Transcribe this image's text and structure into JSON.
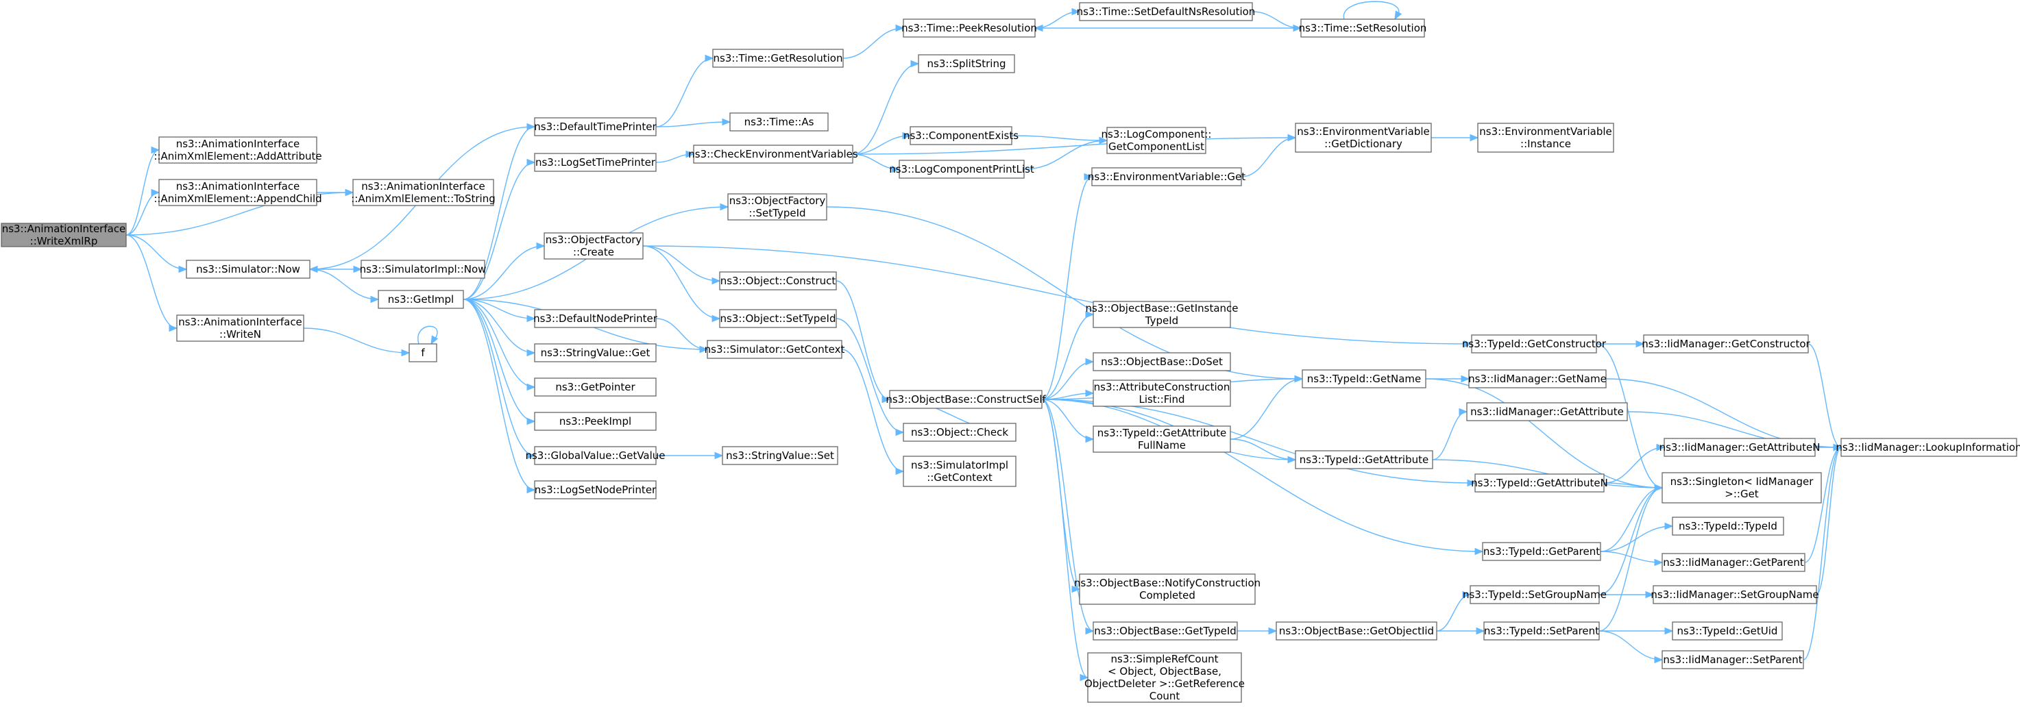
{
  "colors": {
    "edge": "#63b8ff",
    "node_border": "#666666",
    "node_fill": "#ffffff",
    "root_fill": "#999999"
  },
  "nodes": [
    {
      "id": "root",
      "lines": [
        "ns3::AnimationInterface",
        "::WriteXmlRp"
      ],
      "root": true
    },
    {
      "id": "addAttr",
      "lines": [
        "ns3::AnimationInterface",
        "::AnimXmlElement::AddAttribute"
      ]
    },
    {
      "id": "appendChild",
      "lines": [
        "ns3::AnimationInterface",
        "::AnimXmlElement::AppendChild"
      ]
    },
    {
      "id": "toString",
      "lines": [
        "ns3::AnimationInterface",
        "::AnimXmlElement::ToString"
      ]
    },
    {
      "id": "simNow",
      "lines": [
        "ns3::Simulator::Now"
      ]
    },
    {
      "id": "simImplNow",
      "lines": [
        "ns3::SimulatorImpl::Now"
      ]
    },
    {
      "id": "writeN",
      "lines": [
        "ns3::AnimationInterface",
        "::WriteN"
      ]
    },
    {
      "id": "f",
      "lines": [
        "f"
      ]
    },
    {
      "id": "getImpl",
      "lines": [
        "ns3::GetImpl"
      ]
    },
    {
      "id": "defTimePrinter",
      "lines": [
        "ns3::DefaultTimePrinter"
      ]
    },
    {
      "id": "logSetTimePrinter",
      "lines": [
        "ns3::LogSetTimePrinter"
      ]
    },
    {
      "id": "objFactCreate",
      "lines": [
        "ns3::ObjectFactory",
        "::Create"
      ]
    },
    {
      "id": "objFactSetTypeId",
      "lines": [
        "ns3::ObjectFactory",
        "::SetTypeId"
      ]
    },
    {
      "id": "defNodePrinter",
      "lines": [
        "ns3::DefaultNodePrinter"
      ]
    },
    {
      "id": "strValGet",
      "lines": [
        "ns3::StringValue::Get"
      ]
    },
    {
      "id": "getPointer",
      "lines": [
        "ns3::GetPointer"
      ]
    },
    {
      "id": "peekImpl",
      "lines": [
        "ns3::PeekImpl"
      ]
    },
    {
      "id": "globalGetValue",
      "lines": [
        "ns3::GlobalValue::GetValue"
      ]
    },
    {
      "id": "logSetNodePrinter",
      "lines": [
        "ns3::LogSetNodePrinter"
      ]
    },
    {
      "id": "timeGetRes",
      "lines": [
        "ns3::Time::GetResolution"
      ]
    },
    {
      "id": "timeAs",
      "lines": [
        "ns3::Time::As"
      ]
    },
    {
      "id": "timePeekRes",
      "lines": [
        "ns3::Time::PeekResolution"
      ]
    },
    {
      "id": "timeSetDefNs",
      "lines": [
        "ns3::Time::SetDefaultNsResolution"
      ]
    },
    {
      "id": "timeSetRes",
      "lines": [
        "ns3::Time::SetResolution"
      ]
    },
    {
      "id": "splitString",
      "lines": [
        "ns3::SplitString"
      ]
    },
    {
      "id": "checkEnv",
      "lines": [
        "ns3::CheckEnvironmentVariables"
      ]
    },
    {
      "id": "compExists",
      "lines": [
        "ns3::ComponentExists"
      ]
    },
    {
      "id": "logCompPrint",
      "lines": [
        "ns3::LogComponentPrintList"
      ]
    },
    {
      "id": "logCompGetList",
      "lines": [
        "ns3::LogComponent::",
        "GetComponentList"
      ]
    },
    {
      "id": "envGetDict",
      "lines": [
        "ns3::EnvironmentVariable",
        "::GetDictionary"
      ]
    },
    {
      "id": "envInstance",
      "lines": [
        "ns3::EnvironmentVariable",
        "::Instance"
      ]
    },
    {
      "id": "envGet",
      "lines": [
        "ns3::EnvironmentVariable::Get"
      ]
    },
    {
      "id": "objConstruct",
      "lines": [
        "ns3::Object::Construct"
      ]
    },
    {
      "id": "objSetTypeId",
      "lines": [
        "ns3::Object::SetTypeId"
      ]
    },
    {
      "id": "simGetContext",
      "lines": [
        "ns3::Simulator::GetContext"
      ]
    },
    {
      "id": "strValSet",
      "lines": [
        "ns3::StringValue::Set"
      ]
    },
    {
      "id": "objBaseConstructSelf",
      "lines": [
        "ns3::ObjectBase::ConstructSelf"
      ]
    },
    {
      "id": "objCheck",
      "lines": [
        "ns3::Object::Check"
      ]
    },
    {
      "id": "simImplGetContext",
      "lines": [
        "ns3::SimulatorImpl",
        "::GetContext"
      ]
    },
    {
      "id": "objBaseGetInstTypeId",
      "lines": [
        "ns3::ObjectBase::GetInstance",
        "TypeId"
      ]
    },
    {
      "id": "objBaseDoSet",
      "lines": [
        "ns3::ObjectBase::DoSet"
      ]
    },
    {
      "id": "attrConstrFind",
      "lines": [
        "ns3::AttributeConstruction",
        "List::Find"
      ]
    },
    {
      "id": "typeIdGetAttrFullName",
      "lines": [
        "ns3::TypeId::GetAttribute",
        "FullName"
      ]
    },
    {
      "id": "objBaseNotify",
      "lines": [
        "ns3::ObjectBase::NotifyConstruction",
        "Completed"
      ]
    },
    {
      "id": "objBaseGetTypeId",
      "lines": [
        "ns3::ObjectBase::GetTypeId"
      ]
    },
    {
      "id": "simpleRefCount",
      "lines": [
        "ns3::SimpleRefCount",
        "< Object, ObjectBase,",
        "ObjectDeleter >::GetReference",
        "Count"
      ]
    },
    {
      "id": "typeIdGetName",
      "lines": [
        "ns3::TypeId::GetName"
      ]
    },
    {
      "id": "typeIdGetAttr",
      "lines": [
        "ns3::TypeId::GetAttribute"
      ]
    },
    {
      "id": "typeIdGetCtor",
      "lines": [
        "ns3::TypeId::GetConstructor"
      ]
    },
    {
      "id": "typeIdGetAttrN",
      "lines": [
        "ns3::TypeId::GetAttributeN"
      ]
    },
    {
      "id": "typeIdGetParent",
      "lines": [
        "ns3::TypeId::GetParent"
      ]
    },
    {
      "id": "objBaseGetObjectIid",
      "lines": [
        "ns3::ObjectBase::GetObjectIid"
      ]
    },
    {
      "id": "typeIdSetGroupName",
      "lines": [
        "ns3::TypeId::SetGroupName"
      ]
    },
    {
      "id": "typeIdSetParent",
      "lines": [
        "ns3::TypeId::SetParent"
      ]
    },
    {
      "id": "iidGetCtor",
      "lines": [
        "ns3::IidManager::GetConstructor"
      ]
    },
    {
      "id": "iidGetName",
      "lines": [
        "ns3::IidManager::GetName"
      ]
    },
    {
      "id": "iidGetAttr",
      "lines": [
        "ns3::IidManager::GetAttribute"
      ]
    },
    {
      "id": "iidGetAttrN",
      "lines": [
        "ns3::IidManager::GetAttributeN"
      ]
    },
    {
      "id": "singletonGet",
      "lines": [
        "ns3::Singleton< IidManager",
        ">::Get"
      ]
    },
    {
      "id": "typeIdTypeId",
      "lines": [
        "ns3::TypeId::TypeId"
      ]
    },
    {
      "id": "iidGetParent",
      "lines": [
        "ns3::IidManager::GetParent"
      ]
    },
    {
      "id": "iidSetGroupName",
      "lines": [
        "ns3::IidManager::SetGroupName"
      ]
    },
    {
      "id": "typeIdGetUid",
      "lines": [
        "ns3::TypeId::GetUid"
      ]
    },
    {
      "id": "iidSetParent",
      "lines": [
        "ns3::IidManager::SetParent"
      ]
    },
    {
      "id": "iidLookup",
      "lines": [
        "ns3::IidManager::LookupInformation"
      ]
    }
  ]
}
